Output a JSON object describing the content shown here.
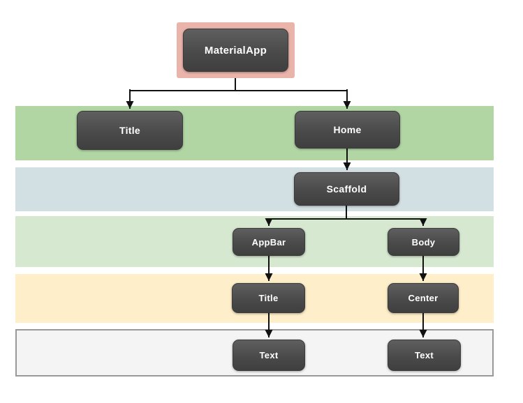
{
  "diagram": {
    "type": "flowchart",
    "nodes": [
      {
        "id": "materialapp",
        "label": "MaterialApp",
        "level": 0,
        "highlighted": true
      },
      {
        "id": "title",
        "label": "Title",
        "level": 1,
        "highlighted": false
      },
      {
        "id": "home",
        "label": "Home",
        "level": 1,
        "highlighted": false
      },
      {
        "id": "scaffold",
        "label": "Scaffold",
        "level": 2,
        "highlighted": false
      },
      {
        "id": "appbar",
        "label": "AppBar",
        "level": 3,
        "highlighted": false
      },
      {
        "id": "body",
        "label": "Body",
        "level": 3,
        "highlighted": false
      },
      {
        "id": "appbar-title",
        "label": "Title",
        "level": 4,
        "highlighted": false
      },
      {
        "id": "center",
        "label": "Center",
        "level": 4,
        "highlighted": false
      },
      {
        "id": "appbar-text",
        "label": "Text",
        "level": 5,
        "highlighted": false
      },
      {
        "id": "body-text",
        "label": "Text",
        "level": 5,
        "highlighted": false
      }
    ],
    "edges": [
      {
        "from": "materialapp",
        "to": "title"
      },
      {
        "from": "materialapp",
        "to": "home"
      },
      {
        "from": "home",
        "to": "scaffold"
      },
      {
        "from": "scaffold",
        "to": "appbar"
      },
      {
        "from": "scaffold",
        "to": "body"
      },
      {
        "from": "appbar",
        "to": "appbar-title"
      },
      {
        "from": "body",
        "to": "center"
      },
      {
        "from": "appbar-title",
        "to": "appbar-text"
      },
      {
        "from": "center",
        "to": "body-text"
      }
    ],
    "bands": [
      {
        "level": 1,
        "color": "#b1d6a4"
      },
      {
        "level": 2,
        "color": "#d2dfe3"
      },
      {
        "level": 3,
        "color": "#d6e9d0"
      },
      {
        "level": 4,
        "color": "#feeec9"
      },
      {
        "level": 5,
        "color": "#f4f4f4",
        "border_color": "#999999"
      }
    ],
    "colors": {
      "node_gradient_top": "#5f5f5f",
      "node_gradient_bottom": "#3f3f3f",
      "node_text": "#ffffff",
      "root_highlight": "#eab4ab",
      "connector": "#111111"
    }
  }
}
